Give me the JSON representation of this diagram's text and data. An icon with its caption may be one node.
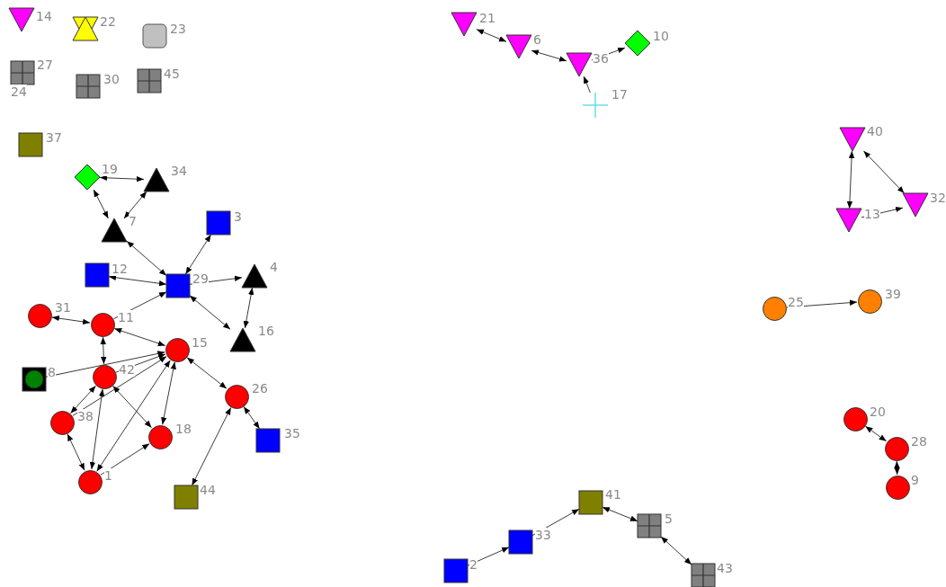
{
  "diagram": {
    "nodes": [
      {
        "text": [],
        "shape": "triangle",
        "beside": [
          "14"
        ]
      },
      {
        "text": [],
        "shape": "hourglass",
        "beside": [
          "22"
        ]
      },
      {
        "text": [],
        "shape": "box",
        "beside": [
          "23"
        ]
      },
      {
        "text": [],
        "shape": "box",
        "beside": [
          "27",
          "24"
        ]
      },
      {
        "text": [],
        "shape": "box",
        "beside": [
          "30"
        ]
      },
      {
        "text": [],
        "shape": "box",
        "beside": [
          "45"
        ]
      },
      {
        "text": [],
        "shape": "box",
        "beside": [
          "37"
        ]
      },
      {
        "text": [],
        "shape": "triangle",
        "beside": [
          "21"
        ]
      },
      {
        "text": [],
        "shape": "triangle",
        "beside": [
          "6"
        ]
      },
      {
        "text": [],
        "shape": "diamond",
        "beside": [
          "10"
        ]
      },
      {
        "text": [],
        "shape": "triangle",
        "beside": [
          "36"
        ]
      },
      {
        "text": [],
        "shape": "cross",
        "beside": [
          "17"
        ]
      },
      {
        "text": [],
        "shape": "triangle",
        "beside": [
          "40"
        ]
      },
      {
        "text": [],
        "shape": "diamond",
        "beside": [
          "19"
        ]
      },
      {
        "text": [],
        "shape": "triangle",
        "beside": [
          "34"
        ]
      },
      {
        "text": [],
        "shape": "triangle",
        "beside": [
          "32"
        ]
      },
      {
        "text": [],
        "shape": "triangle",
        "beside": [
          "13"
        ]
      },
      {
        "text": [],
        "shape": "box",
        "beside": [
          "3"
        ]
      },
      {
        "text": [],
        "shape": "triangle",
        "beside": [
          "7"
        ]
      },
      {
        "text": [],
        "shape": "triangle",
        "beside": [
          "4"
        ]
      },
      {
        "text": [],
        "shape": "box",
        "beside": [
          "12"
        ]
      },
      {
        "text": [],
        "shape": "box",
        "beside": [
          "29"
        ]
      },
      {
        "text": [],
        "shape": "circle",
        "beside": [
          "25"
        ]
      },
      {
        "text": [],
        "shape": "circle",
        "beside": [
          "39"
        ]
      },
      {
        "text": [],
        "shape": "circle",
        "beside": [
          "31"
        ]
      },
      {
        "text": [],
        "shape": "circle",
        "beside": [
          "11"
        ]
      },
      {
        "text": [],
        "shape": "triangle",
        "beside": [
          "16"
        ]
      },
      {
        "text": [],
        "shape": "circle",
        "beside": [
          "15"
        ]
      },
      {
        "text": [],
        "shape": "box",
        "beside": [
          "8"
        ]
      },
      {
        "text": [],
        "shape": "circle",
        "beside": [
          "42"
        ]
      },
      {
        "text": [],
        "shape": "circle",
        "beside": [
          "26"
        ]
      },
      {
        "text": [],
        "shape": "circle",
        "beside": [
          "38"
        ]
      },
      {
        "text": [],
        "shape": "circle",
        "beside": [
          "20"
        ]
      },
      {
        "text": [],
        "shape": "circle",
        "beside": [
          "18"
        ]
      },
      {
        "text": [],
        "shape": "box",
        "beside": [
          "35"
        ]
      },
      {
        "text": [],
        "shape": "circle",
        "beside": [
          "28"
        ]
      },
      {
        "text": [],
        "shape": "circle",
        "beside": [
          "1"
        ]
      },
      {
        "text": [],
        "shape": "circle",
        "beside": [
          "9"
        ]
      },
      {
        "text": [],
        "shape": "box",
        "beside": [
          "41"
        ]
      },
      {
        "text": [],
        "shape": "box",
        "beside": [
          "44"
        ]
      },
      {
        "text": [],
        "shape": "box",
        "beside": [
          "5"
        ]
      },
      {
        "text": [],
        "shape": "box",
        "beside": [
          "33"
        ]
      },
      {
        "text": [],
        "shape": "box",
        "beside": [
          "43"
        ]
      },
      {
        "text": [],
        "shape": "box",
        "beside": [
          "2"
        ]
      }
    ],
    "edges": [
      {
        "from": 7,
        "to": 8,
        "arrow": "both"
      },
      {
        "from": 8,
        "to": 10,
        "arrow": "both"
      },
      {
        "from": 10,
        "to": 9,
        "arrow": "to"
      },
      {
        "from": 11,
        "to": 10,
        "arrow": "to"
      },
      {
        "from": 13,
        "to": 14,
        "arrow": "both"
      },
      {
        "from": 13,
        "to": 18,
        "arrow": "both"
      },
      {
        "from": 14,
        "to": 18,
        "arrow": "both"
      },
      {
        "from": 18,
        "to": 21,
        "arrow": "both"
      },
      {
        "from": 17,
        "to": 21,
        "arrow": "both"
      },
      {
        "from": 20,
        "to": 21,
        "arrow": "both"
      },
      {
        "from": 21,
        "to": 19,
        "arrow": "to"
      },
      {
        "from": 21,
        "to": 26,
        "arrow": "both"
      },
      {
        "from": 19,
        "to": 26,
        "arrow": "both"
      },
      {
        "from": 12,
        "to": 16,
        "arrow": "both"
      },
      {
        "from": 15,
        "to": 12,
        "arrow": "both"
      },
      {
        "from": 16,
        "to": 15,
        "arrow": "to"
      },
      {
        "from": 22,
        "to": 23,
        "arrow": "to"
      },
      {
        "from": 24,
        "to": 25,
        "arrow": "both"
      },
      {
        "from": 25,
        "to": 21,
        "arrow": "to"
      },
      {
        "from": 25,
        "to": 27,
        "arrow": "both"
      },
      {
        "from": 25,
        "to": 29,
        "arrow": "both"
      },
      {
        "from": 28,
        "to": 27,
        "arrow": "to"
      },
      {
        "from": 29,
        "to": 27,
        "arrow": "to"
      },
      {
        "from": 31,
        "to": 27,
        "arrow": "to"
      },
      {
        "from": 29,
        "to": 31,
        "arrow": "both"
      },
      {
        "from": 29,
        "to": 33,
        "arrow": "both"
      },
      {
        "from": 29,
        "to": 36,
        "arrow": "both"
      },
      {
        "from": 31,
        "to": 36,
        "arrow": "both"
      },
      {
        "from": 36,
        "to": 33,
        "arrow": "to"
      },
      {
        "from": 36,
        "to": 27,
        "arrow": "both"
      },
      {
        "from": 27,
        "to": 33,
        "arrow": "both"
      },
      {
        "from": 27,
        "to": 30,
        "arrow": "both"
      },
      {
        "from": 30,
        "to": 34,
        "arrow": "both"
      },
      {
        "from": 30,
        "to": 39,
        "arrow": "both"
      },
      {
        "from": 32,
        "to": 35,
        "arrow": "both"
      },
      {
        "from": 35,
        "to": 37,
        "arrow": "both"
      },
      {
        "from": 43,
        "to": 41,
        "arrow": "to"
      },
      {
        "from": 41,
        "to": 38,
        "arrow": "to"
      },
      {
        "from": 38,
        "to": 40,
        "arrow": "both"
      },
      {
        "from": 42,
        "to": 40,
        "arrow": "both"
      }
    ]
  }
}
